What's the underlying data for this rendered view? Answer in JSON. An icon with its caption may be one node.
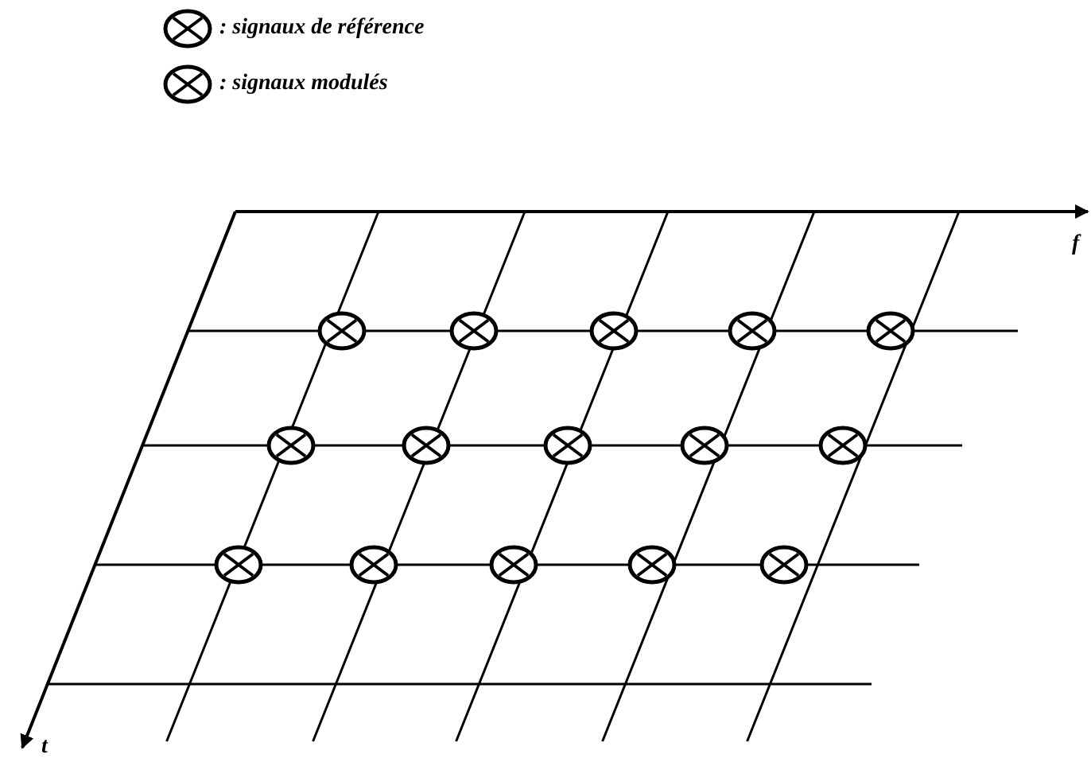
{
  "diagram": {
    "labels": [
      "f",
      "t"
    ],
    "legend": [
      {
        "text": ": signaux de référence"
      },
      {
        "text": ": signaux modulés"
      }
    ]
  }
}
